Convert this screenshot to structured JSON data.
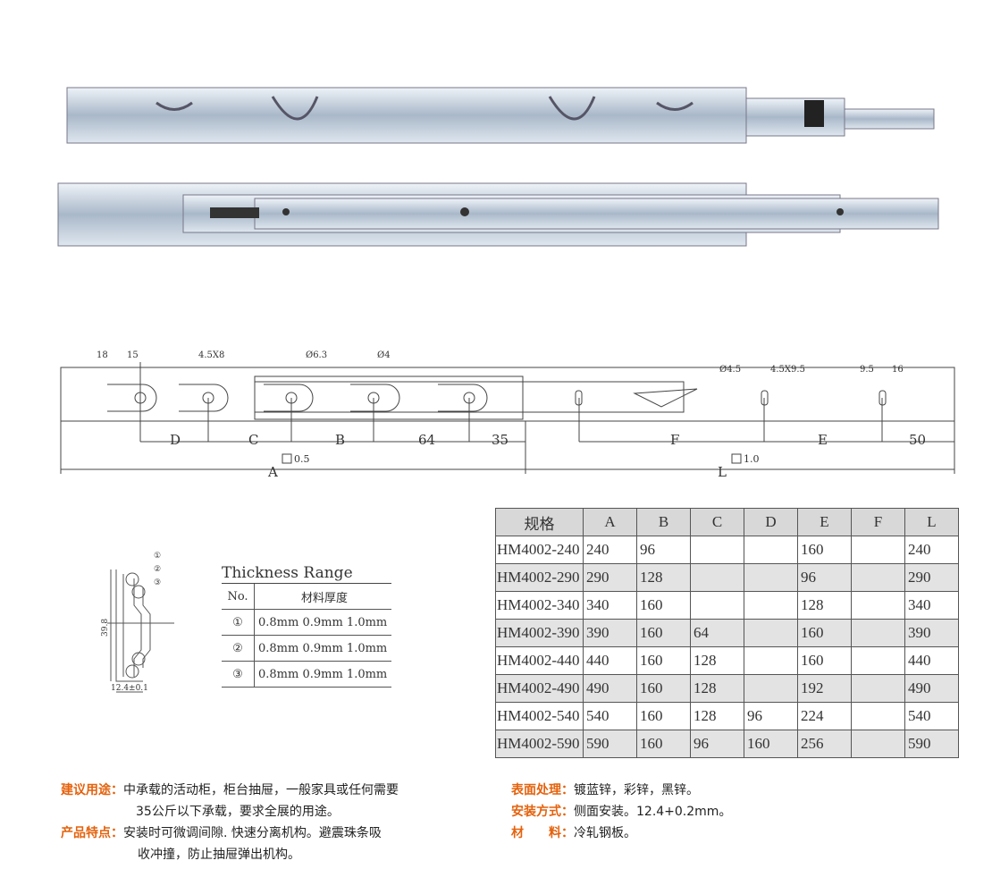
{
  "drawing": {
    "top_dims": [
      "18",
      "15",
      "4.5X8",
      "Ø6.3",
      "Ø4",
      "Ø4.5",
      "4.5X9.5",
      "9.5",
      "16"
    ],
    "dim_letters": [
      "D",
      "C",
      "B",
      "64",
      "35",
      "F",
      "E",
      "50"
    ],
    "overall_A": "A",
    "tol_A": "0.5",
    "overall_L": "L",
    "tol_L": "1.0"
  },
  "section": {
    "callouts": [
      "①",
      "②",
      "③"
    ],
    "height": "39.8",
    "width": "12.4±0.1"
  },
  "thickness": {
    "title": "Thickness Range",
    "headers": [
      "No.",
      "材料厚度"
    ],
    "rows": [
      {
        "no": "①",
        "value": "0.8mm 0.9mm 1.0mm"
      },
      {
        "no": "②",
        "value": "0.8mm 0.9mm 1.0mm"
      },
      {
        "no": "③",
        "value": "0.8mm 0.9mm 1.0mm"
      }
    ]
  },
  "spec_table": {
    "headers": [
      "规格",
      "A",
      "B",
      "C",
      "D",
      "E",
      "F",
      "L"
    ],
    "rows": [
      [
        "HM4002-240",
        "240",
        "96",
        "",
        "",
        "160",
        "",
        "240"
      ],
      [
        "HM4002-290",
        "290",
        "128",
        "",
        "",
        "96",
        "",
        "290"
      ],
      [
        "HM4002-340",
        "340",
        "160",
        "",
        "",
        "128",
        "",
        "340"
      ],
      [
        "HM4002-390",
        "390",
        "160",
        "64",
        "",
        "160",
        "",
        "390"
      ],
      [
        "HM4002-440",
        "440",
        "160",
        "128",
        "",
        "160",
        "",
        "440"
      ],
      [
        "HM4002-490",
        "490",
        "160",
        "128",
        "",
        "192",
        "",
        "490"
      ],
      [
        "HM4002-540",
        "540",
        "160",
        "128",
        "96",
        "224",
        "",
        "540"
      ],
      [
        "HM4002-590",
        "590",
        "160",
        "96",
        "160",
        "256",
        "",
        "590"
      ]
    ]
  },
  "notes": {
    "usage_label": "建议用途：",
    "usage_1": "中承载的活动柜，柜台抽屉，一般家具或任何需要",
    "usage_2": "35公斤以下承载，要求全展的用途。",
    "feature_label": "产品特点：",
    "feature_1": "安装时可微调间隙. 快速分离机构。避震珠条吸",
    "feature_2": "收冲撞，防止抽屉弹出机构。",
    "surface_label": "表面处理：",
    "surface": "镀蓝锌，彩锌，黑锌。",
    "install_label": "安装方式：",
    "install": "侧面安装。12.4+0.2mm。",
    "material_label": "材　　料：",
    "material": "冷轧钢板。"
  },
  "colors": {
    "accent": "#e4620d",
    "rail": "#b8c6d6"
  }
}
